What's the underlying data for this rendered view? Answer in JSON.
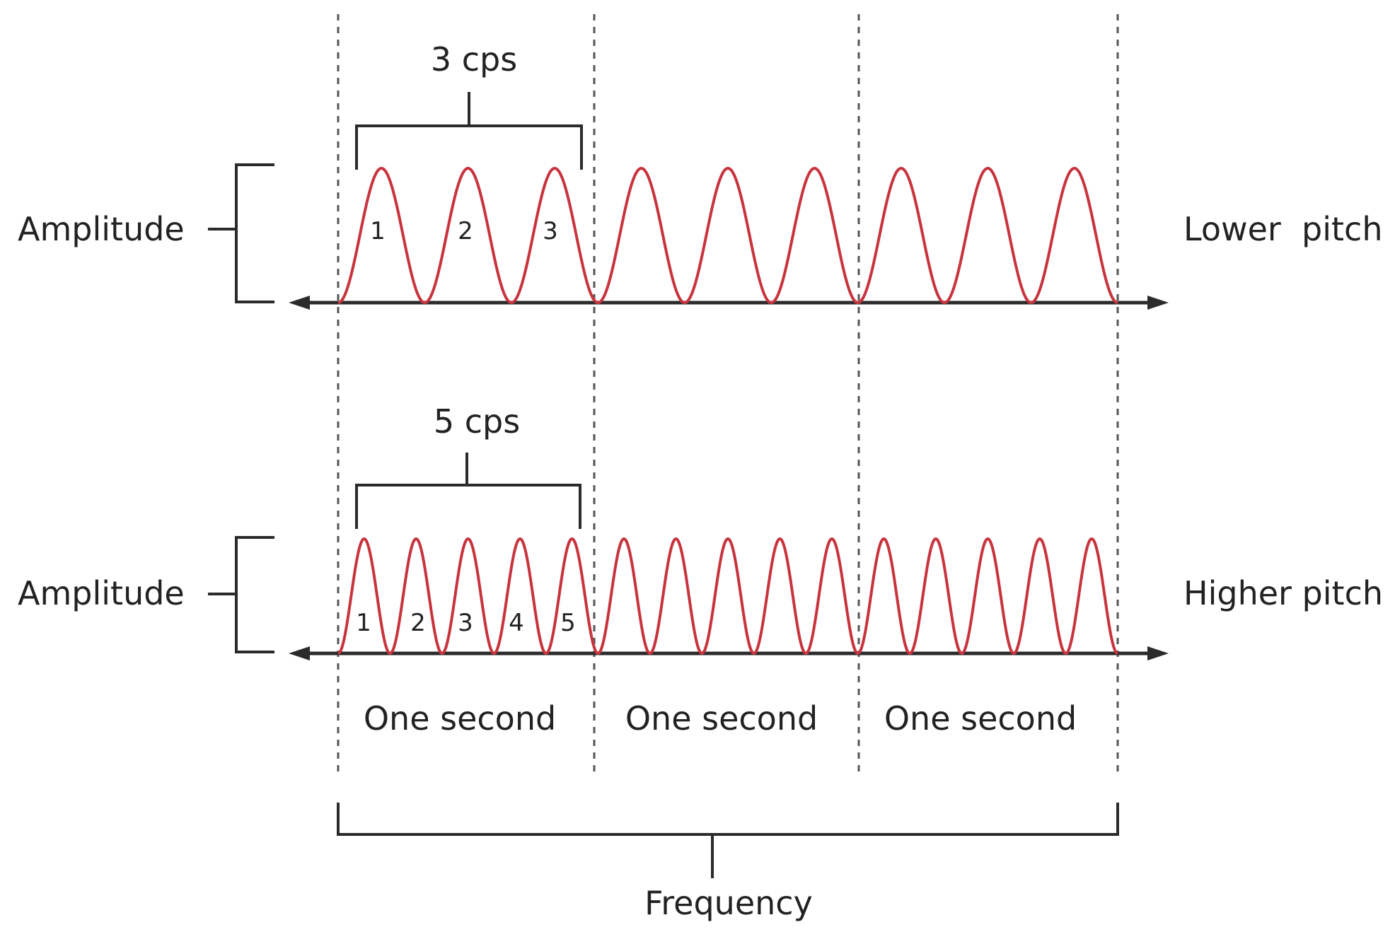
{
  "colors": {
    "wave": "#c8343e",
    "axis": "#2b2b2b",
    "bracket": "#2b2b2b",
    "divider": "#555555",
    "text": "#222222"
  },
  "icons": {
    "axis_ends": "arrowhead-icon"
  },
  "panels": [
    {
      "rate_label": "3 cps",
      "amplitude_label": "Amplitude",
      "pitch_label": "Lower  pitch",
      "cycles_per_second": 3,
      "cycle_numbers": [
        "1",
        "2",
        "3"
      ]
    },
    {
      "rate_label": "5 cps",
      "amplitude_label": "Amplitude",
      "pitch_label": "Higher pitch",
      "cycles_per_second": 5,
      "cycle_numbers": [
        "1",
        "2",
        "3",
        "4",
        "5"
      ]
    }
  ],
  "seconds_shown": 3,
  "second_labels": [
    "One second",
    "One second",
    "One second"
  ],
  "frequency_label": "Frequency"
}
